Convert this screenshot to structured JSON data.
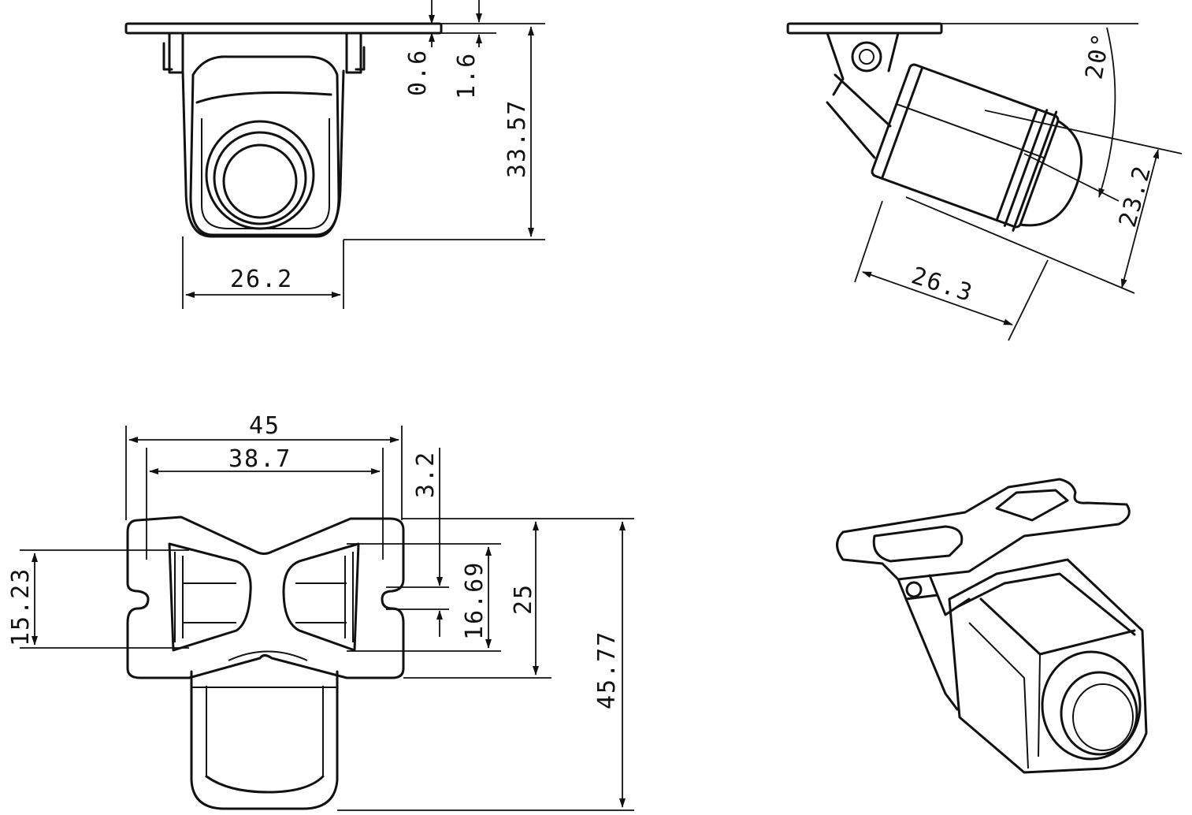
{
  "views": {
    "front": {
      "dims": {
        "d1": "0.6",
        "d2": "1.6",
        "d3": "33.57",
        "d4": "26.2"
      }
    },
    "side": {
      "dims": {
        "angle": "20°",
        "d1": "23.2",
        "d2": "26.3"
      }
    },
    "top": {
      "dims": {
        "w1": "45",
        "w2": "38.7",
        "h1": "3.2",
        "h2": "16.69",
        "h3": "25",
        "h4": "45.77",
        "h5": "15.23"
      }
    },
    "iso": {}
  }
}
